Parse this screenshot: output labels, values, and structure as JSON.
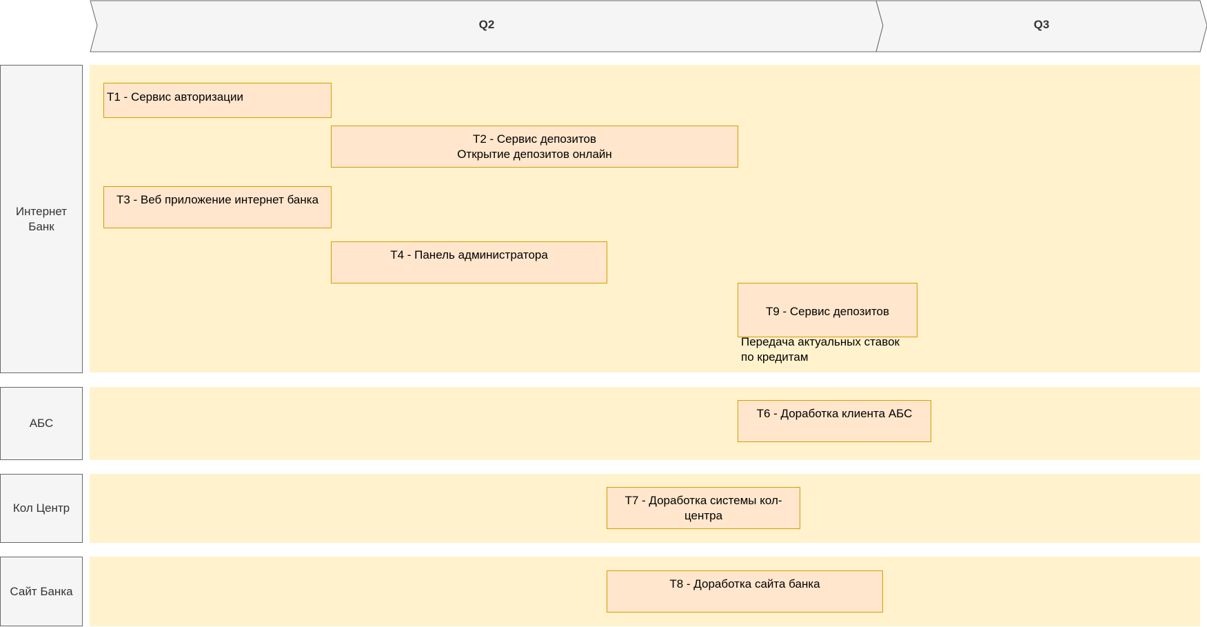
{
  "phases": [
    {
      "label": "Q2"
    },
    {
      "label": "Q3"
    }
  ],
  "lanes": [
    {
      "label": "Интернет\nБанк"
    },
    {
      "label": "АБС"
    },
    {
      "label": "Кол Центр"
    },
    {
      "label": "Сайт Банка"
    }
  ],
  "tasks": [
    {
      "text": "T1 - Сервис авторизации"
    },
    {
      "text": "T2 - Сервис депозитов\nОткрытие депозитов онлайн"
    },
    {
      "text": "T3 - Веб приложение интернет банка"
    },
    {
      "text": "T4 - Панель администратора"
    },
    {
      "text": "T9 - Сервис депозитов",
      "text2": "Передача актуальных ставок\nпо кредитам"
    },
    {
      "text": "T6 - Доработка клиента АБС"
    },
    {
      "text": "T7 - Доработка системы кол-\nцентра"
    },
    {
      "text": "T8 - Доработка сайта банка"
    }
  ],
  "colors": {
    "phase_fill": "#f5f5f5",
    "phase_stroke": "#666666",
    "lane_fill": "#fff2cc",
    "task_fill": "#ffe6cc",
    "task_stroke": "#d79b00"
  }
}
